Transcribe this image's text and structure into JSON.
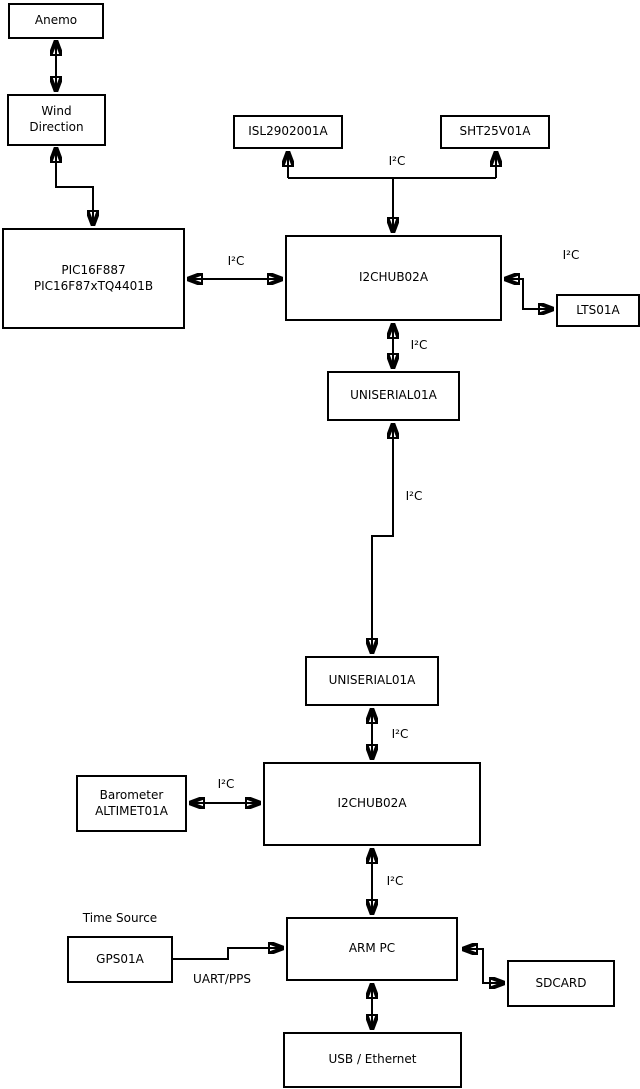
{
  "diagram": {
    "background_color": "#ffffff",
    "line_color": "#000000",
    "nodes": {
      "anemo": {
        "label": "Anemo"
      },
      "wind_direction": {
        "line1": "Wind",
        "line2": "Direction"
      },
      "pic": {
        "line1": "PIC16F887",
        "line2": "PIC16F87xTQ4401B"
      },
      "isl": {
        "label": "ISL2902001A"
      },
      "sht": {
        "label": "SHT25V01A"
      },
      "hub1": {
        "label": "I2CHUB02A"
      },
      "lts": {
        "label": "LTS01A"
      },
      "uniserial_top": {
        "label": "UNISERIAL01A"
      },
      "uniserial_bottom": {
        "label": "UNISERIAL01A"
      },
      "hub2": {
        "label": "I2CHUB02A"
      },
      "barometer": {
        "line1": "Barometer",
        "line2": "ALTIMET01A"
      },
      "gps": {
        "label": "GPS01A"
      },
      "arm_pc": {
        "label": "ARM PC"
      },
      "sdcard": {
        "label": "SDCARD"
      },
      "usb_ethernet": {
        "label": "USB / Ethernet"
      }
    },
    "labels": {
      "i2c": "I²C",
      "time_source": "Time Source",
      "uart_pps": "UART/PPS"
    }
  }
}
